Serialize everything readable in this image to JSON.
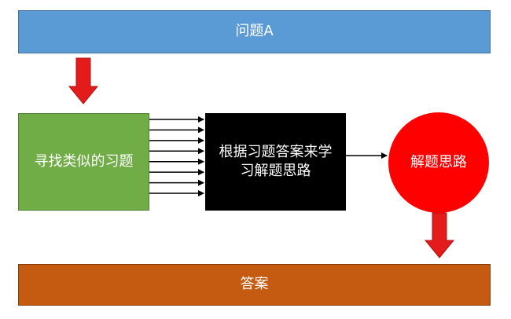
{
  "nodes": {
    "problem": {
      "label": "问题A"
    },
    "find_similar": {
      "label": "寻找类似的习题"
    },
    "learn_from_answers": {
      "label": "根据习题答案来学习解题思路"
    },
    "solution_idea": {
      "label": "解题思路"
    },
    "answer": {
      "label": "答案"
    }
  },
  "colors": {
    "problem": "#5b9bd5",
    "find_similar": "#70ad47",
    "learn_from_answers": "#000000",
    "solution_idea": "#ff0000",
    "answer": "#c55a11",
    "big_arrow": "#e31b1b",
    "connector": "#000000"
  },
  "edges": {
    "find_to_learn_count": 8
  }
}
